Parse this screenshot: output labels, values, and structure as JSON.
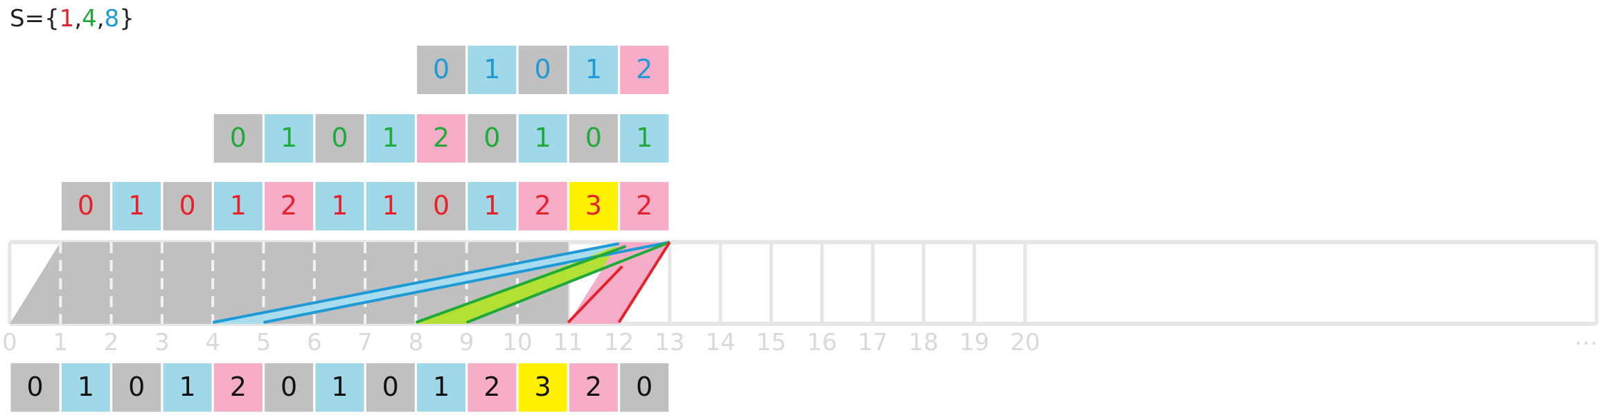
{
  "title": {
    "prefix": "S={",
    "sep1": ",",
    "sep2": ",",
    "suffix": "}",
    "values": [
      "1",
      "4",
      "8"
    ]
  },
  "colors": {
    "s1": "#e8202a",
    "s4": "#1faa3a",
    "s8": "#1e9ad6",
    "box0": "#c0c0c0",
    "box1": "#9fd8e8",
    "box2": "#f7acc8",
    "box3": "#fff200",
    "gridline": "#e6e6e6",
    "shade": "#c0c0c0",
    "lime": "#b2e034",
    "lightblue": "#a9dcee",
    "pink": "#f5adc9",
    "tick": "#d9d9d9"
  },
  "rows": {
    "row8": [
      "0",
      "1",
      "0",
      "1",
      "2"
    ],
    "row4": [
      "0",
      "1",
      "0",
      "1",
      "2",
      "0",
      "1",
      "0",
      "1"
    ],
    "row1": [
      "0",
      "1",
      "0",
      "1",
      "2",
      "1",
      "1",
      "0",
      "1",
      "2",
      "3",
      "2"
    ],
    "result": [
      "0",
      "1",
      "0",
      "1",
      "2",
      "0",
      "1",
      "0",
      "1",
      "2",
      "3",
      "2",
      "0"
    ]
  },
  "axis": {
    "ticks": [
      "0",
      "1",
      "2",
      "3",
      "4",
      "5",
      "6",
      "7",
      "8",
      "9",
      "10",
      "11",
      "12",
      "13",
      "14",
      "15",
      "16",
      "17",
      "18",
      "19",
      "20"
    ],
    "ellipsis": "…"
  }
}
